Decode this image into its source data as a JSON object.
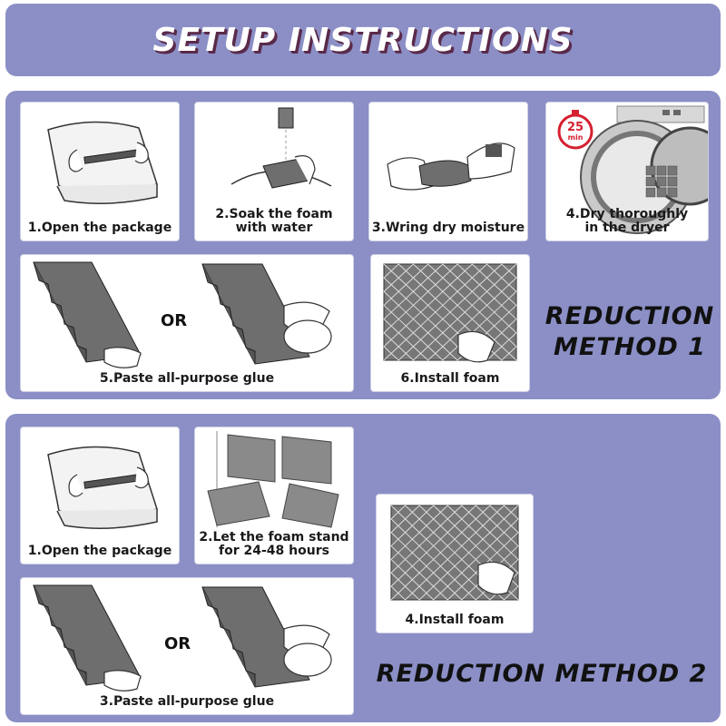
{
  "header": {
    "title": "SETUP INSTRUCTIONS"
  },
  "method1": {
    "label_line1": "REDUCTION",
    "label_line2": "METHOD 1",
    "steps": [
      {
        "caption": "1.Open the package"
      },
      {
        "caption_line1": "2.Soak the foam",
        "caption_line2": "with water"
      },
      {
        "caption": "3.Wring dry moisture"
      },
      {
        "caption_line1": "4.Dry thoroughly",
        "caption_line2": "in the dryer",
        "timer_value": "25",
        "timer_unit": "min"
      },
      {
        "caption": "5.Paste all-purpose glue",
        "or_label": "OR"
      },
      {
        "caption": "6.Install foam"
      }
    ]
  },
  "method2": {
    "label": "REDUCTION METHOD 2",
    "steps": [
      {
        "caption": "1.Open the package"
      },
      {
        "caption_line1": "2.Let the foam stand",
        "caption_line2": "for 24-48 hours"
      },
      {
        "caption": "3.Paste all-purpose glue",
        "or_label": "OR"
      },
      {
        "caption": "4.Install foam"
      }
    ]
  },
  "colors": {
    "panel": "#8b8fc6",
    "card": "#ffffff",
    "foam": "#6e6e6e",
    "title_shadow": "#5a2a4a",
    "timer_red": "#d42030"
  }
}
